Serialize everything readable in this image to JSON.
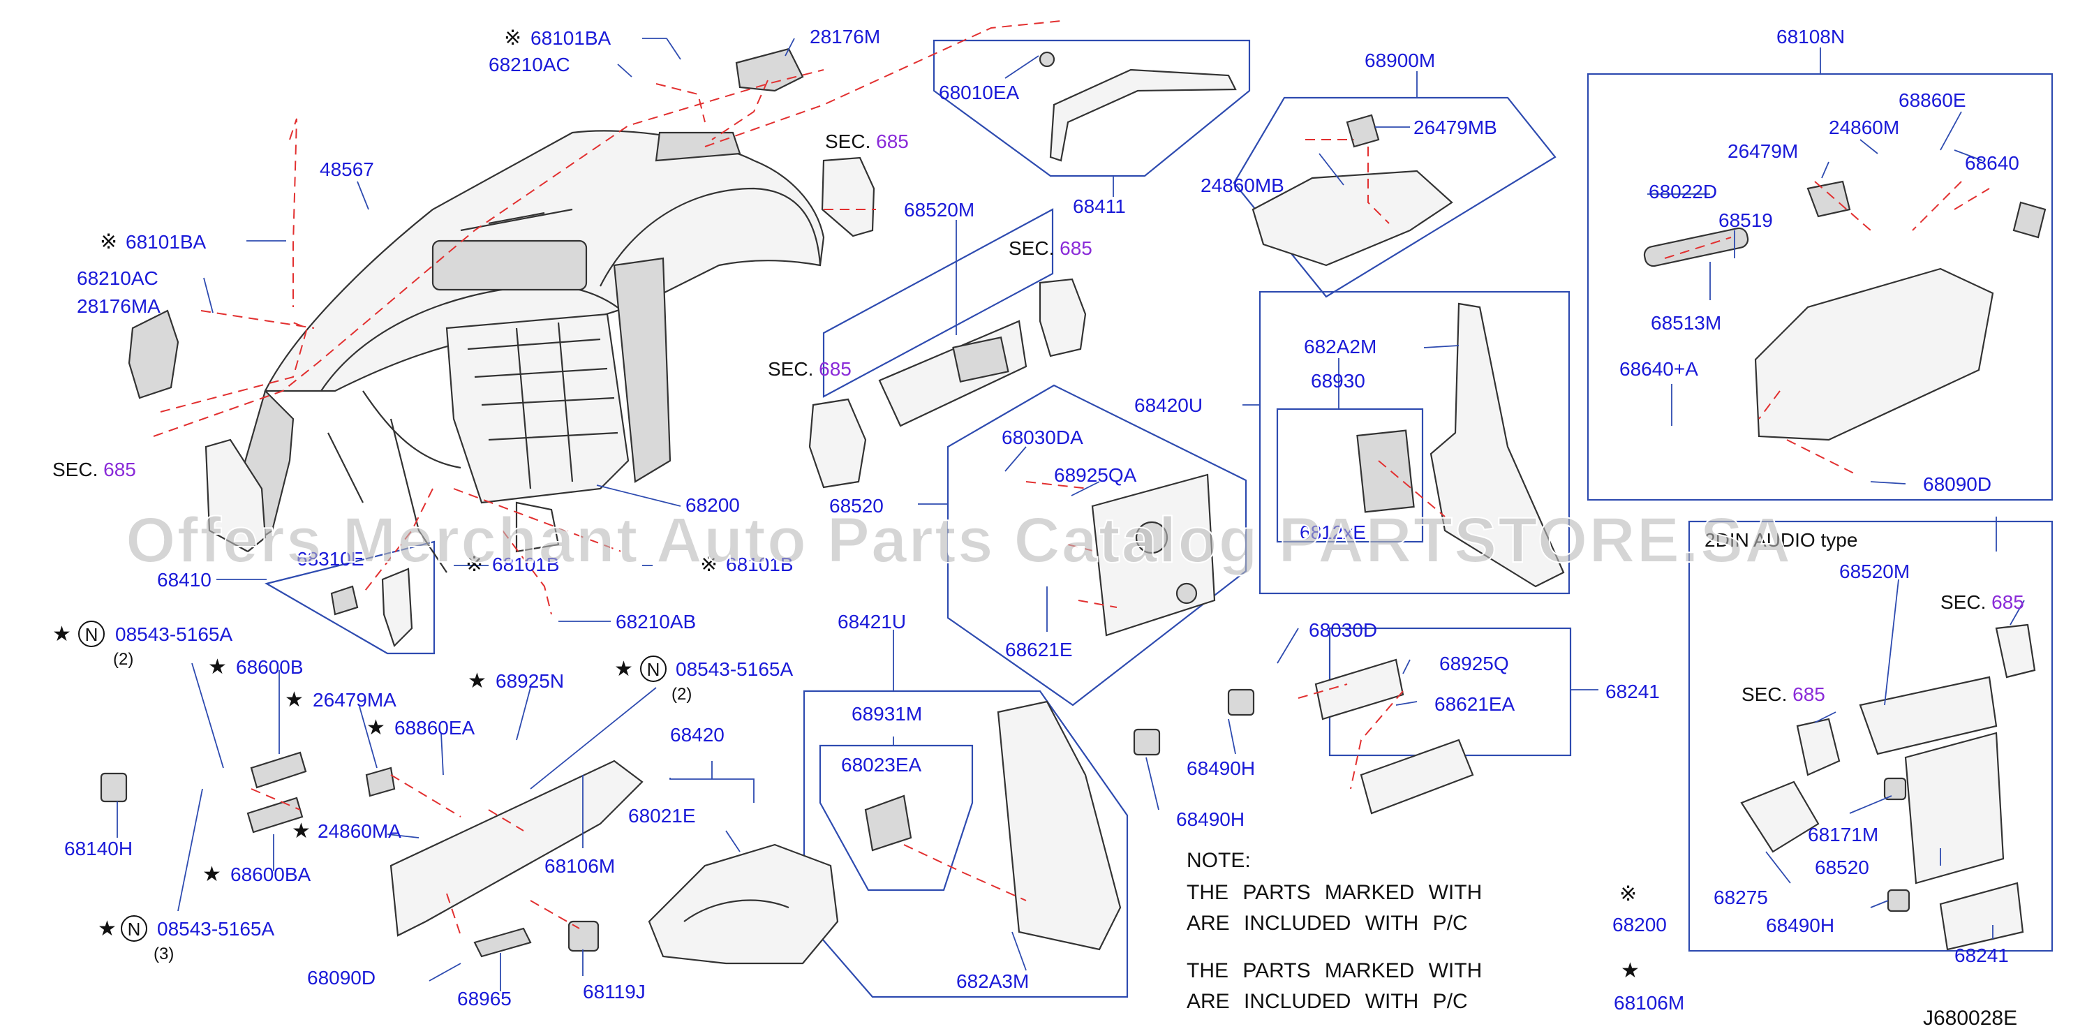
{
  "sec_prefix": "SEC.",
  "sec_number": "685",
  "labels": {
    "p68101BA_top": "68101BA",
    "p28176M": "28176M",
    "p68210AC_top": "68210AC",
    "p48567": "48567",
    "p68101BA_left": "68101BA",
    "p68210AC_left": "68210AC",
    "p28176MA": "28176MA",
    "p68010EA": "68010EA",
    "p68411": "68411",
    "p68520M": "68520M",
    "p68900M": "68900M",
    "p26479MB": "26479MB",
    "p24860MB": "24860MB",
    "p68108N": "68108N",
    "p68860E": "68860E",
    "p24860M": "24860M",
    "p26479M": "26479M",
    "p68640": "68640",
    "p68022D": "68022D",
    "p68519": "68519",
    "p68513M": "68513M",
    "p68640A": "68640+A",
    "p68090D_r": "68090D",
    "p682A2M": "682A2M",
    "p68930": "68930",
    "p68420U": "68420U",
    "p68030DA": "68030DA",
    "p68925QA": "68925QA",
    "p68520": "68520",
    "p68621E": "68621E",
    "p6812xE": "6812xE",
    "p68200": "68200",
    "p68410": "68410",
    "p68310E": "68310E",
    "p68101B_a": "68101B",
    "p68101B_b": "68101B",
    "p68210AB": "68210AB",
    "p08543_1": "08543-5165A",
    "p08543_1q": "(2)",
    "p68600B": "68600B",
    "p26479MA": "26479MA",
    "p68860EA": "68860EA",
    "p68925N": "68925N",
    "p08543_2": "08543-5165A",
    "p08543_2q": "(2)",
    "p24860MA": "24860MA",
    "p68600BA": "68600BA",
    "p68106M": "68106M",
    "p68140H": "68140H",
    "p08543_3": "08543-5165A",
    "p08543_3q": "(3)",
    "p68090D_l": "68090D",
    "p68965": "68965",
    "p68119J": "68119J",
    "p68420": "68420",
    "p68021E": "68021E",
    "p68421U": "68421U",
    "p68931M": "68931M",
    "p68023EA": "68023EA",
    "p682A3M": "682A3M",
    "p68030D": "68030D",
    "p68925Q": "68925Q",
    "p68621EA": "68621EA",
    "p68241": "68241",
    "p68490H_a": "68490H",
    "p68490H_b": "68490H",
    "inset_title": "2DIN AUDIO type",
    "p68520M_i": "68520M",
    "p68171M_i": "68171M",
    "p68520_i": "68520",
    "p68275_i": "68275",
    "p68490H_i": "68490H",
    "p68241_i": "68241"
  },
  "symbols": {
    "kome": "※",
    "star": "★",
    "n": "N"
  },
  "note": {
    "heading": "NOTE:",
    "line1": "THE PARTS MARKED WITH",
    "line2": "ARE INCLUDED WITH P/C",
    "line3": "THE PARTS MARKED WITH",
    "line4": "ARE INCLUDED WITH P/C",
    "pc1": "68200",
    "pc2": "68106M"
  },
  "diagram_code": "J680028E",
  "watermark": "Offers Merchant Auto Parts Catalog PARTSTORE.SA"
}
